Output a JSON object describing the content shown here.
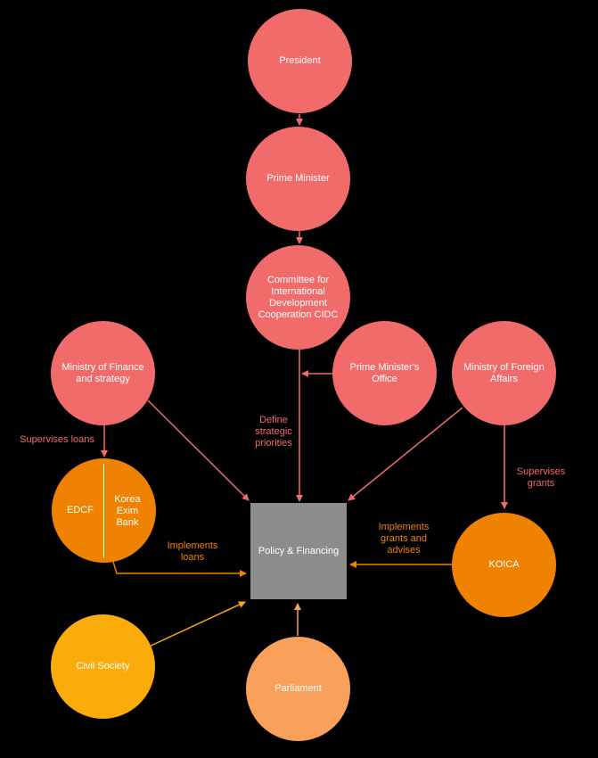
{
  "colors": {
    "background": "#000000",
    "government": "#f26b6b",
    "implementing_agency": "#ef8200",
    "civil_society": "#fbab0a",
    "parliament": "#f9a05a",
    "center_box": "#8c8c8c"
  },
  "nodes": {
    "president": "President",
    "prime_minister": "Prime Minister",
    "cidc": "Committee for\nInternational\nDevelopment\nCooperation CIDC",
    "ministry_finance": "Ministry of Finance\nand strategy",
    "pm_office": "Prime Minister's\nOffice",
    "ministry_foreign": "Ministry of Foreign\nAffairs",
    "edcf": "EDCF",
    "korea_exim": "Korea\nExim\nBank",
    "koica": "KOICA",
    "civil_society": "Civil Society",
    "parliament": "Parliament",
    "policy_financing": "Policy & Financing"
  },
  "edge_labels": {
    "supervises_loans": "Supervises loans",
    "define_priorities": "Define\nstrategic\npriorities",
    "supervises_grants": "Supervises\ngrants",
    "implements_loans": "Implements\nloans",
    "implements_grants": "Implements\ngrants and\nadvises"
  }
}
